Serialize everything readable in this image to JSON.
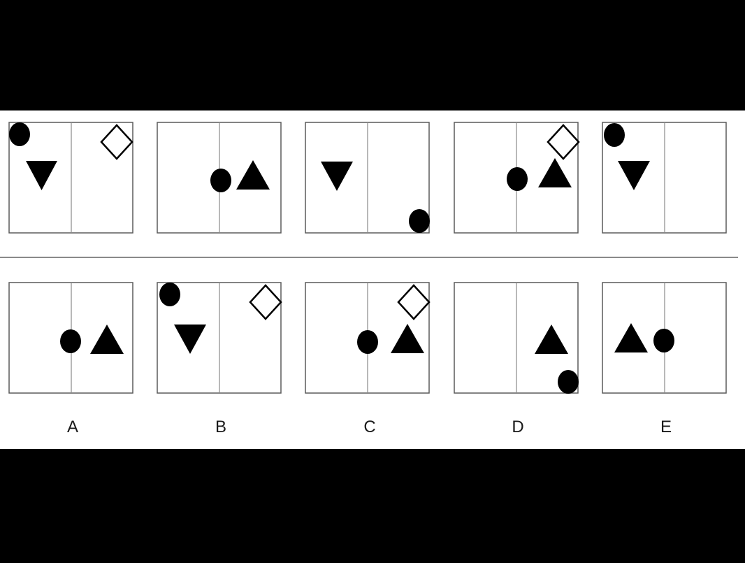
{
  "colors": {
    "letterbox": "#000000",
    "panel_background": "#ffffff",
    "frame_stroke": "#5a5a5a",
    "divider_stroke": "#8a8a8a",
    "shape_fill": "#000000"
  },
  "question_sequence": [
    {
      "id": "q1",
      "shapes": [
        "circle-icon",
        "down-triangle-icon",
        "outline-diamond-icon"
      ]
    },
    {
      "id": "q2",
      "shapes": [
        "circle-icon",
        "up-triangle-icon"
      ]
    },
    {
      "id": "q3",
      "shapes": [
        "down-triangle-icon",
        "circle-icon"
      ]
    },
    {
      "id": "q4",
      "shapes": [
        "circle-icon",
        "up-triangle-icon",
        "outline-diamond-icon"
      ]
    },
    {
      "id": "q5",
      "shapes": [
        "circle-icon",
        "down-triangle-icon"
      ]
    }
  ],
  "answer_options": [
    {
      "label": "A",
      "shapes": [
        "circle-icon",
        "up-triangle-icon"
      ]
    },
    {
      "label": "B",
      "shapes": [
        "circle-icon",
        "down-triangle-icon",
        "outline-diamond-icon"
      ]
    },
    {
      "label": "C",
      "shapes": [
        "circle-icon",
        "up-triangle-icon",
        "outline-diamond-icon"
      ]
    },
    {
      "label": "D",
      "shapes": [
        "up-triangle-icon",
        "circle-icon"
      ]
    },
    {
      "label": "E",
      "shapes": [
        "up-triangle-icon",
        "circle-icon"
      ]
    }
  ]
}
